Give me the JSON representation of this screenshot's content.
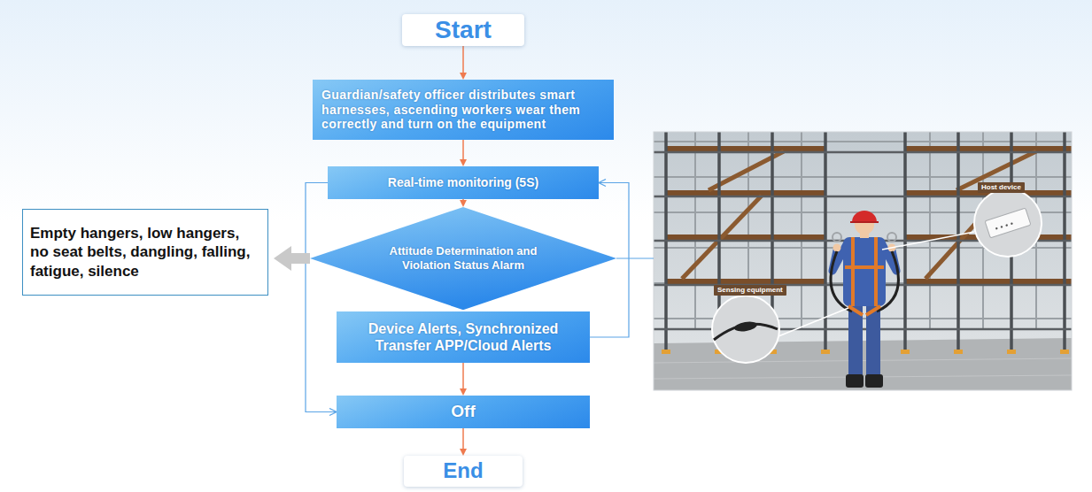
{
  "diagram": {
    "nodes": [
      {
        "text": [
          "Start"
        ]
      },
      {
        "text": [
          "Guardian/safety officer distributes smart harnesses, ascending workers wear them correctly and turn on the equipment"
        ]
      },
      {
        "text": [
          "Real-time monitoring (5S)"
        ]
      },
      {
        "text": [
          "Attitude Determination and Violation Status Alarm"
        ]
      },
      {
        "text": [
          "Device Alerts, Synchronized Transfer APP/Cloud Alerts"
        ]
      },
      {
        "text": [
          "Off"
        ]
      },
      {
        "text": [
          "End"
        ]
      },
      {
        "text": [
          "Empty hangers, low hangers, no seat belts, dangling, falling, fatigue, silence"
        ]
      }
    ],
    "edges": [
      {
        "from": 0,
        "to": 1,
        "arrow": "to"
      },
      {
        "from": 1,
        "to": 2,
        "arrow": "to"
      },
      {
        "from": 2,
        "to": 3,
        "arrow": "to"
      },
      {
        "from": 3,
        "to": 4,
        "arrow": "to"
      },
      {
        "from": 4,
        "to": 2,
        "arrow": "to"
      },
      {
        "from": 2,
        "to": 5,
        "arrow": "to"
      },
      {
        "from": 4,
        "to": 5,
        "arrow": "to"
      },
      {
        "from": 5,
        "to": 6,
        "arrow": "to"
      },
      {
        "from": 3,
        "to": 7,
        "arrow": "to"
      }
    ],
    "labels": [
      "Host device",
      "Sensing equipment"
    ]
  }
}
